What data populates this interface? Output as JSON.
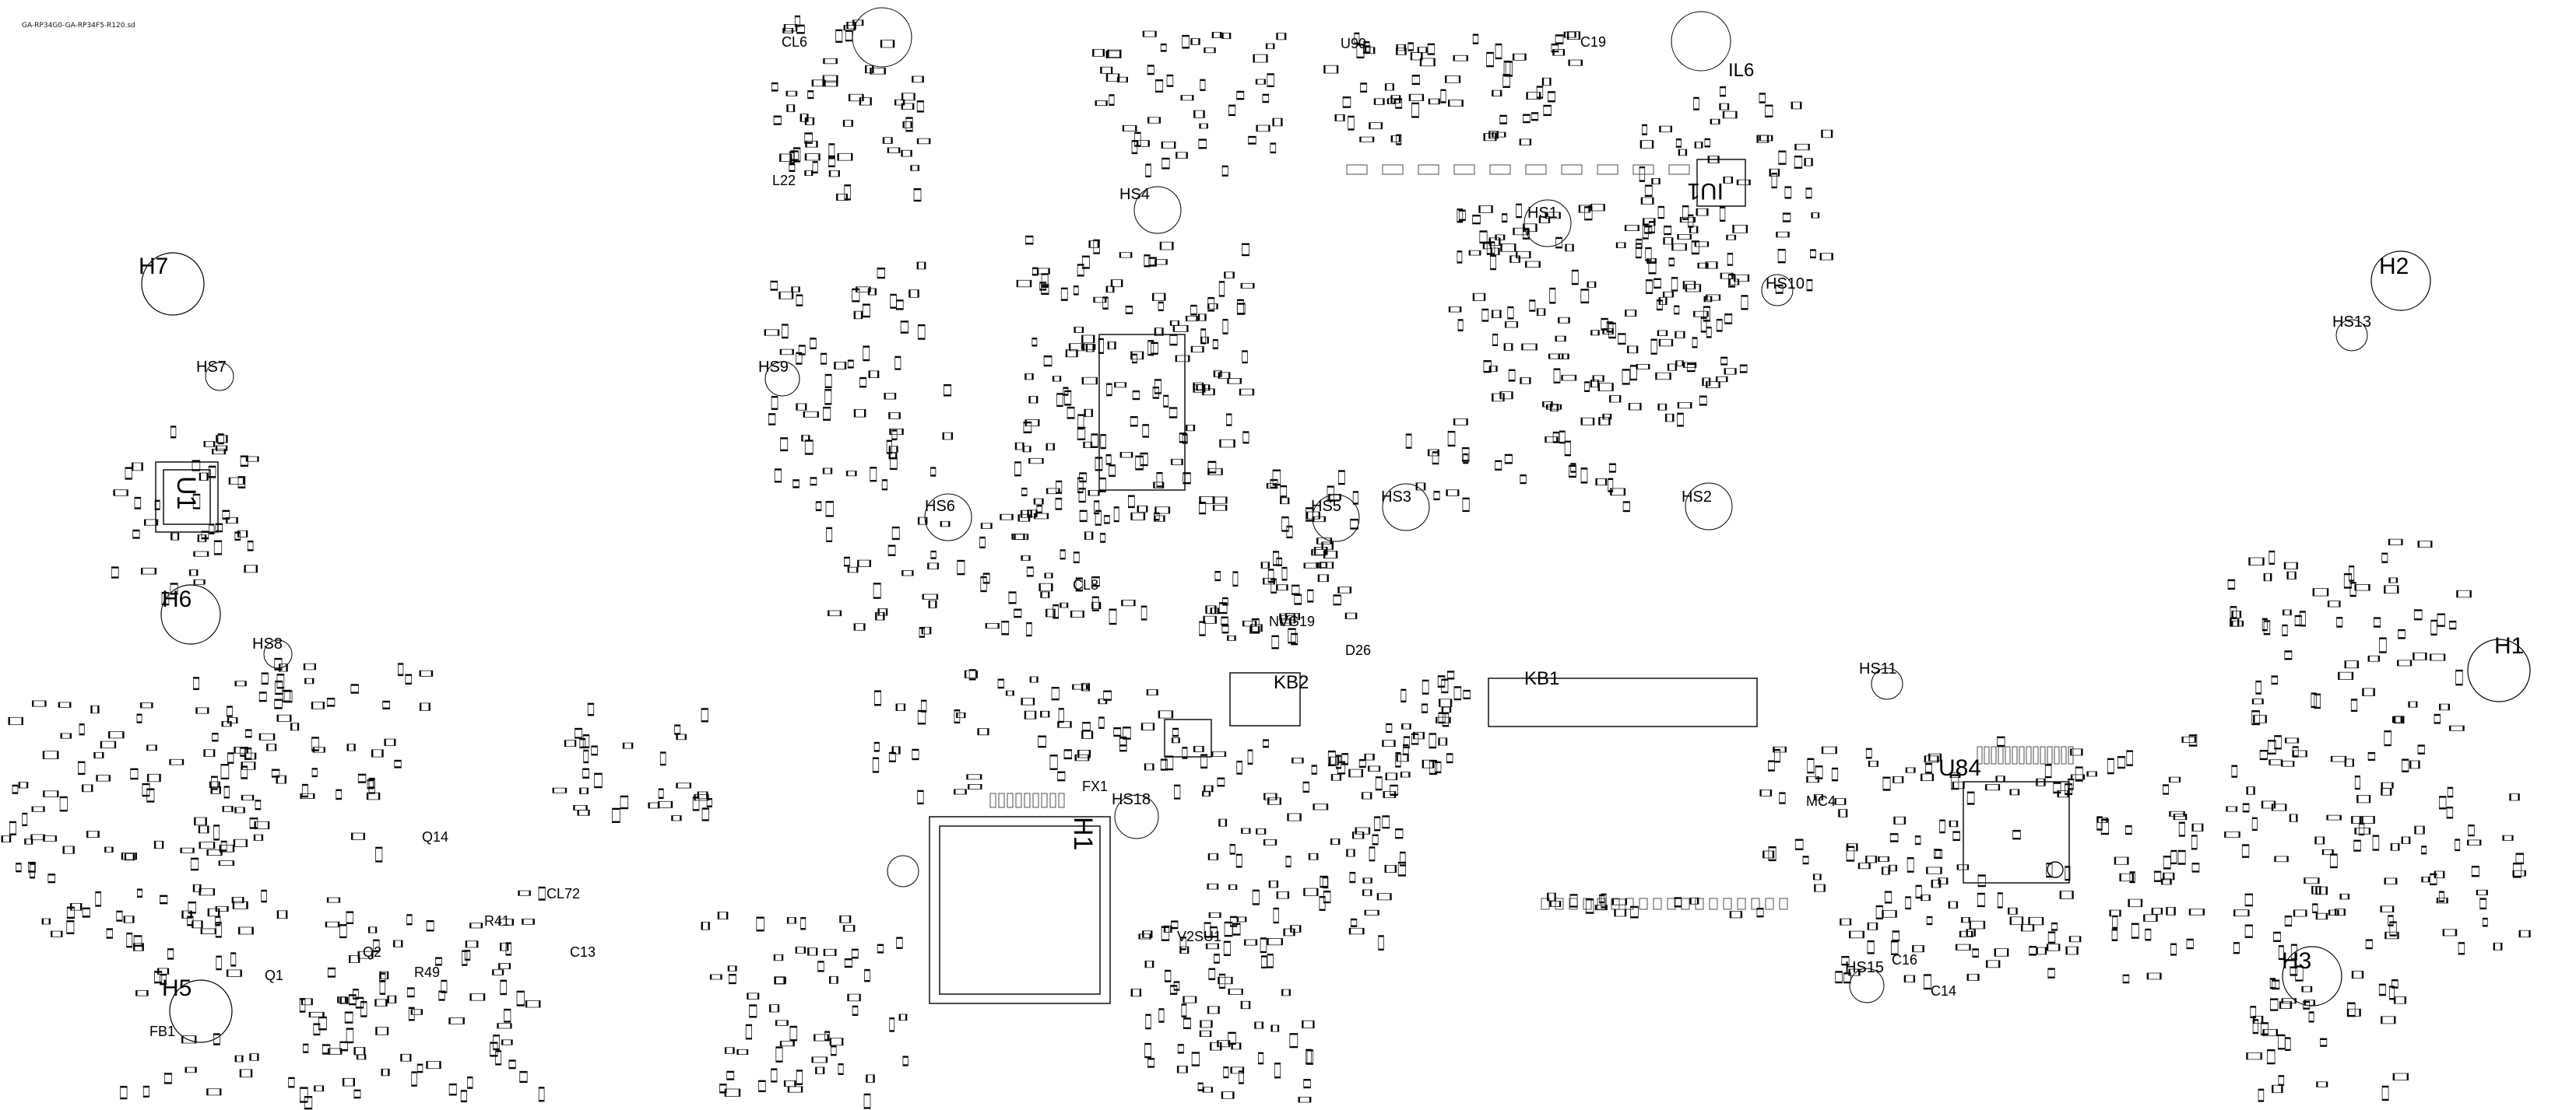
{
  "document": {
    "title": "GA-RP34G0-GA-RP34F5-R120.sd"
  },
  "labels": {
    "holes": [
      "H7",
      "H2",
      "H6",
      "H1",
      "H5",
      "H3"
    ],
    "heatsinks": [
      "HS7",
      "HS9",
      "HS4",
      "HS1",
      "HS10",
      "HS13",
      "HS6",
      "HS5",
      "HS3",
      "HS2",
      "HS8",
      "HS11",
      "HS18",
      "HS15"
    ],
    "ics": [
      "U1",
      "IU1",
      "U84",
      "H1"
    ],
    "parts": [
      "IL6",
      "KB1",
      "KB2",
      "D26",
      "L22",
      "CL6",
      "CL8",
      "Q14",
      "Q2",
      "Q1",
      "CL72",
      "C13",
      "R41",
      "R49",
      "C16",
      "C19",
      "C14",
      "U90",
      "FB1",
      "FX1",
      "V2SU1",
      "NVG19",
      "MC4"
    ]
  },
  "colors": {
    "ink": "#000000",
    "paper": "#ffffff",
    "trace": "#333333"
  }
}
